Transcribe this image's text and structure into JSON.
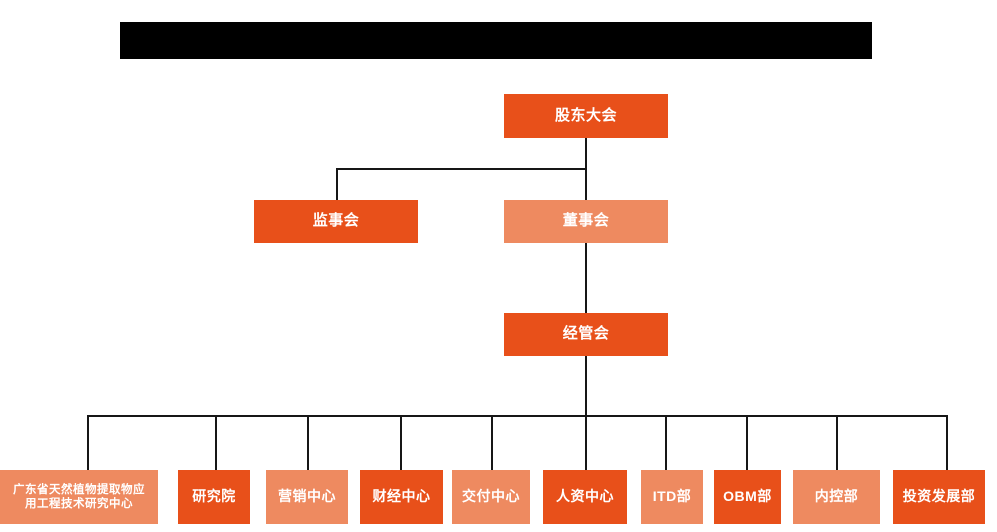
{
  "chart": {
    "title_bar": {
      "name": "redacted-title-bar",
      "label": ""
    },
    "background_color": "#ffffff",
    "colors": {
      "dark_orange": "#E8501A",
      "light_orange": "#EE8A60",
      "line": "#161616",
      "text": "#ffffff",
      "redaction": "#000000"
    },
    "nodes": {
      "shareholders_meeting": {
        "label": "股东大会",
        "tone": "dark"
      },
      "board_of_supervisors": {
        "label": "监事会",
        "tone": "dark"
      },
      "board_of_directors": {
        "label": "董事会",
        "tone": "light"
      },
      "management_committee": {
        "label": "经管会",
        "tone": "dark"
      }
    },
    "departments": [
      {
        "label_line1": "广东省天然植物提取物应",
        "label_line2": "用工程技术研究中心",
        "tone": "light"
      },
      {
        "label": "研究院",
        "tone": "dark"
      },
      {
        "label": "营销中心",
        "tone": "light"
      },
      {
        "label": "财经中心",
        "tone": "dark"
      },
      {
        "label": "交付中心",
        "tone": "light"
      },
      {
        "label": "人资中心",
        "tone": "dark"
      },
      {
        "label": "ITD部",
        "tone": "light"
      },
      {
        "label": "OBM部",
        "tone": "dark"
      },
      {
        "label": "内控部",
        "tone": "light"
      },
      {
        "label": "投资发展部",
        "tone": "dark"
      }
    ]
  }
}
